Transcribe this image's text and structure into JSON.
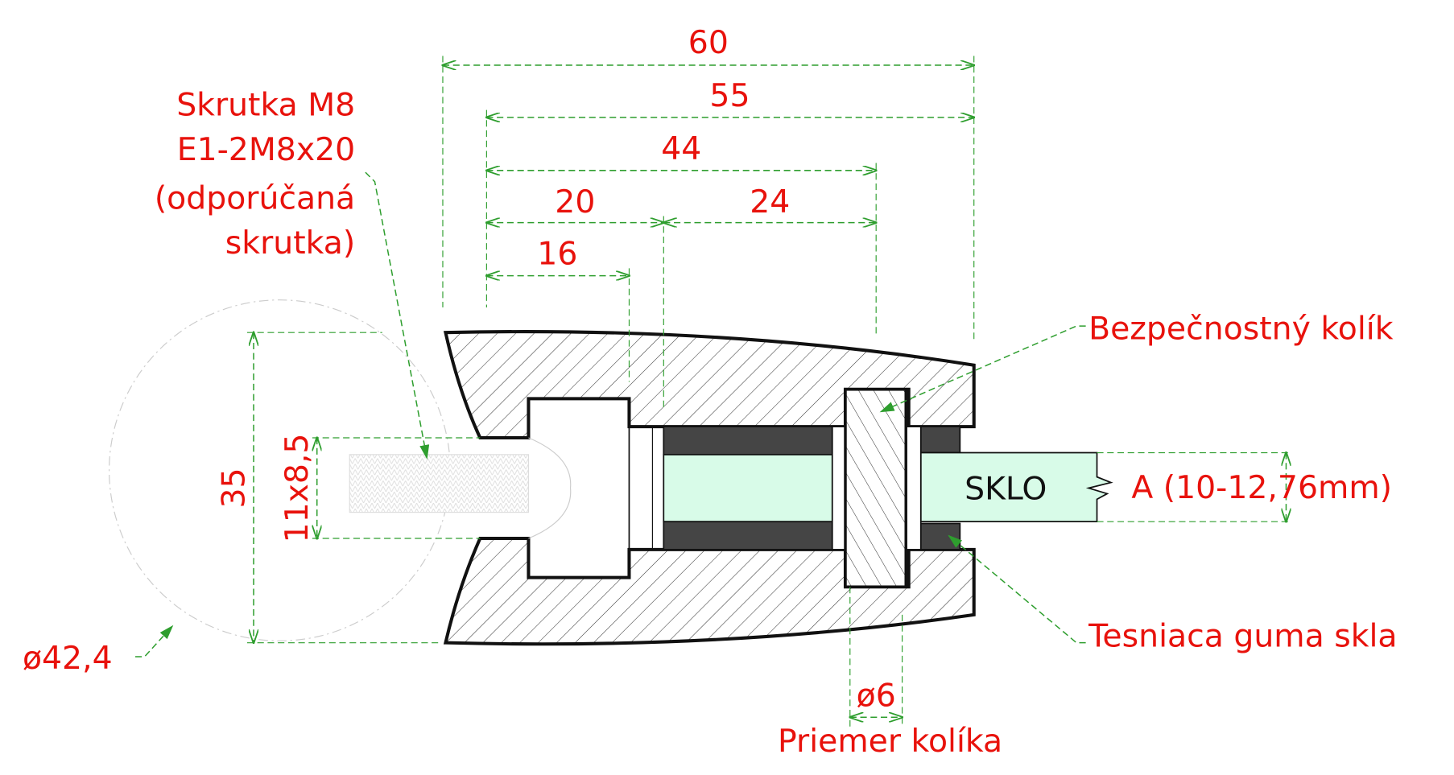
{
  "dimensions": {
    "d60": "60",
    "d55": "55",
    "d44": "44",
    "d20": "20",
    "d24": "24",
    "d16": "16",
    "d35": "35",
    "slot": "11x8,5",
    "tube": "ø42,4",
    "pin": "ø6",
    "glass_range": "A (10-12,76mm)"
  },
  "labels": {
    "screw_line1": "Skrutka M8",
    "screw_line2": "E1-2M8x20",
    "screw_line3": "(odporúčaná",
    "screw_line4": "skrutka)",
    "safety_pin": "Bezpečnostný kolík",
    "glass": "SKLO",
    "gasket": "Tesniaca guma skla",
    "pin_diameter": "Priemer kolíka"
  },
  "colors": {
    "text": "#e8120c",
    "dimension": "#2e9e2e",
    "glass": "#d8fbe8",
    "rubber": "#454545"
  }
}
